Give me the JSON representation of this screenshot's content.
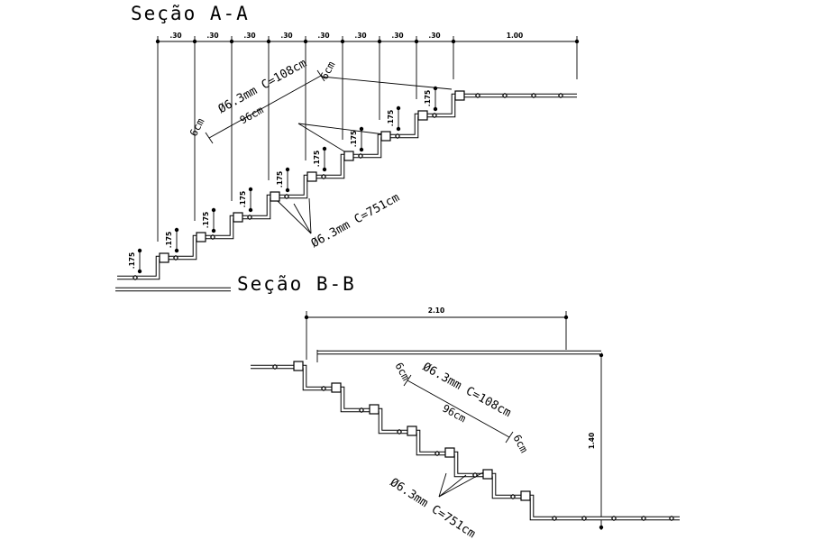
{
  "sections": {
    "aa": {
      "title": "Seção A-A",
      "tread_dim": ".30",
      "landing_dim": "1.00",
      "riser_dim": ".175",
      "bar_label": "Ø6.3mm C=108cm",
      "bar_mid": "96cm",
      "bar_hook_left": "6cm",
      "bar_hook_right": "6cm",
      "dist_bar_label": "Ø6.3mm C=751cm"
    },
    "bb": {
      "title": "Seção B-B",
      "width_dim": "2.10",
      "height_dim": "1.40",
      "bar_label": "Ø6.3mm C=108cm",
      "bar_mid": "96cm",
      "bar_hook_left": "6cm",
      "bar_hook_right": "6cm",
      "dist_bar_label": "Ø6.3mm C=751cm"
    }
  },
  "colors": {
    "line": "#000000",
    "background": "#ffffff"
  }
}
